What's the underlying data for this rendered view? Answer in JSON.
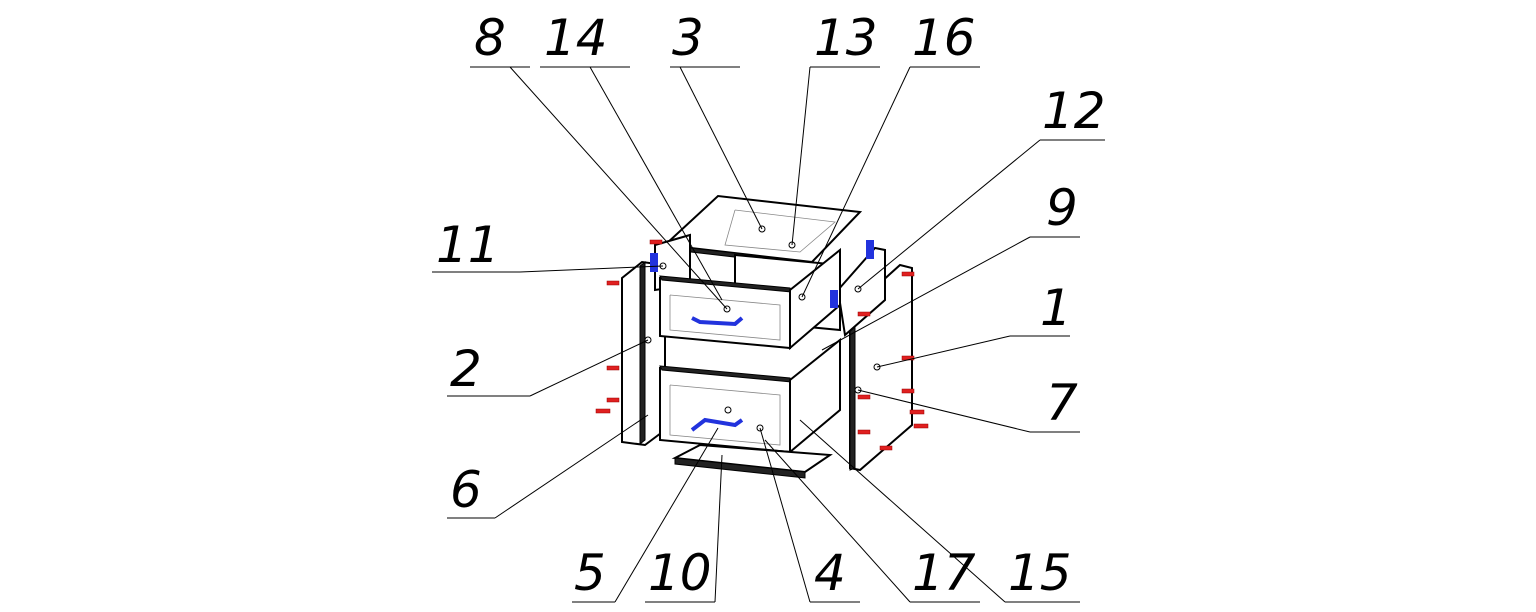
{
  "drawing": {
    "callouts": [
      "8",
      "14",
      "3",
      "13",
      "16",
      "12",
      "9",
      "11",
      "1",
      "2",
      "7",
      "6",
      "5",
      "10",
      "4",
      "17",
      "15"
    ]
  },
  "colors": {
    "handle": "#2233dd",
    "screw": "#e02020",
    "line": "#000000"
  }
}
